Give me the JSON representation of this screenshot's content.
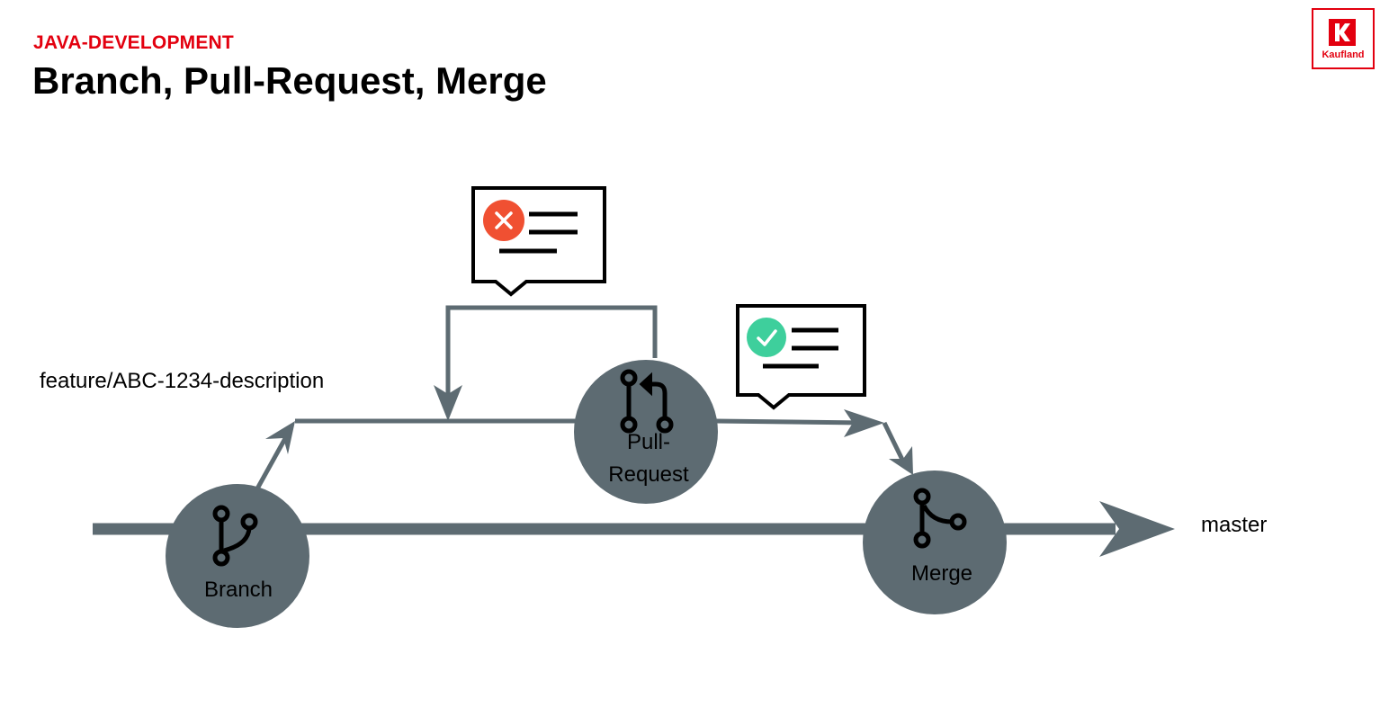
{
  "header": {
    "subtitle": "JAVA-DEVELOPMENT",
    "title": "Branch, Pull-Request, Merge"
  },
  "logo": {
    "text": "Kaufland"
  },
  "diagram": {
    "feature_branch_label": "feature/ABC-1234-description",
    "master_label": "master",
    "nodes": {
      "branch": "Branch",
      "pull_request_line1": "Pull-",
      "pull_request_line2": "Request",
      "merge": "Merge"
    },
    "review_rejected_icon": "x-circle-icon",
    "review_approved_icon": "check-circle-icon"
  },
  "colors": {
    "brand_red": "#e3000f",
    "line_gray": "#5d6b72",
    "reject_red": "#f05032",
    "approve_green": "#3ecf9c"
  }
}
